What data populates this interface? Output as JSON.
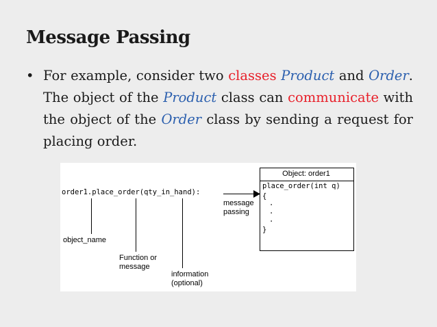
{
  "slide": {
    "title": "Message Passing",
    "bullet": {
      "symbol": "•",
      "segments": [
        {
          "text": "For example, consider two ",
          "style": "normal"
        },
        {
          "text": "classes",
          "style": "red"
        },
        {
          "text": " ",
          "style": "normal"
        },
        {
          "text": "Product",
          "style": "blue"
        },
        {
          "text": " and ",
          "style": "normal"
        },
        {
          "text": "Order",
          "style": "blue"
        },
        {
          "text": ". The object of the ",
          "style": "normal"
        },
        {
          "text": "Product",
          "style": "blue"
        },
        {
          "text": " class can ",
          "style": "normal"
        },
        {
          "text": "communicate",
          "style": "red"
        },
        {
          "text": " with the object of the ",
          "style": "normal"
        },
        {
          "text": "Order",
          "style": "blue"
        },
        {
          "text": " class by sending a request for placing order.",
          "style": "normal"
        }
      ]
    }
  },
  "diagram": {
    "call_expression": "order1.place_order(qty_in_hand):",
    "arrow_label_line1": "message",
    "arrow_label_line2": "passing",
    "object_box_title": "Object: order1",
    "object_method": "place_order(int q)",
    "brace_open": "{",
    "dots": ".",
    "brace_close": "}",
    "label_object_name": "object_name",
    "label_function_line1": "Function or",
    "label_function_line2": "message",
    "label_info_line1": "information",
    "label_info_line2": "(optional)"
  },
  "colors": {
    "highlight_red": "#e8202a",
    "highlight_blue": "#2b5fae",
    "background": "#ededed"
  }
}
